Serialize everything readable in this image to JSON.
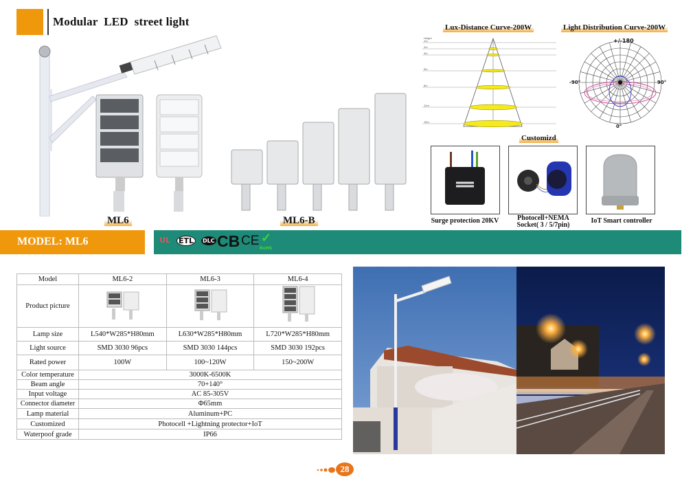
{
  "header": {
    "title": "Modular  LED  street light",
    "accent_color": "#f0980c"
  },
  "products": {
    "ml6_label": "ML6",
    "ml6b_label": "ML6-B"
  },
  "lux_chart": {
    "title": "Lux-Distance Curve-200W",
    "height_header": "Height",
    "heights": [
      "1m",
      "2m",
      "3m",
      "5m",
      "8m",
      "12m",
      "16m"
    ]
  },
  "polar_chart": {
    "title": "Light Distribution Curve-200W",
    "label_top": "+/-180",
    "label_left": "-90°",
    "label_right": "90°",
    "label_bottom": "0°"
  },
  "customized": {
    "title": "Customizd",
    "items": [
      {
        "caption": "Surge protection 20KV",
        "icon": "surge-protector-icon"
      },
      {
        "caption_line1": "Photocell+NEMA",
        "caption_line2": "Socket( 3 / 5/7pin)",
        "icon": "photocell-icon"
      },
      {
        "caption": "IoT Smart controller",
        "icon": "iot-controller-icon"
      }
    ]
  },
  "model_banner": {
    "text": "MODEL: ML6",
    "cert_color": "#1e8a78",
    "certs": [
      "UL",
      "ETL",
      "DLC",
      "CB",
      "CE",
      "RoHS"
    ]
  },
  "spec_table": {
    "header": {
      "label": "Model",
      "cols": [
        "ML6-2",
        "ML6-3",
        "ML6-4"
      ]
    },
    "picture_label": "Product picture",
    "rows_split": [
      {
        "label": "Lamp size",
        "values": [
          "L540*W285*H80mm",
          "L630*W285*H80mm",
          "L720*W285*H80mm"
        ]
      },
      {
        "label": "Light source",
        "values": [
          "SMD 3030 96pcs",
          "SMD 3030 144pcs",
          "SMD 3030 192pcs"
        ]
      },
      {
        "label": "Rated power",
        "values": [
          "100W",
          "100~120W",
          "150~200W"
        ]
      }
    ],
    "rows_merged": [
      {
        "label": "Color temperature",
        "value": "3000K-6500K"
      },
      {
        "label": "Beam angle",
        "value": "70+140°"
      },
      {
        "label": "Input voltage",
        "value": "AC 85-305V"
      },
      {
        "label": "Connector diameter",
        "value": "Φ65mm"
      },
      {
        "label": "Lamp material",
        "value": "Aluminum+PC"
      },
      {
        "label": "Customized",
        "value": "Photocell +Lightning protector+IoT"
      },
      {
        "label": "Waterpoof grade",
        "value": "IP66"
      }
    ]
  },
  "footer": {
    "page_number": "28"
  }
}
